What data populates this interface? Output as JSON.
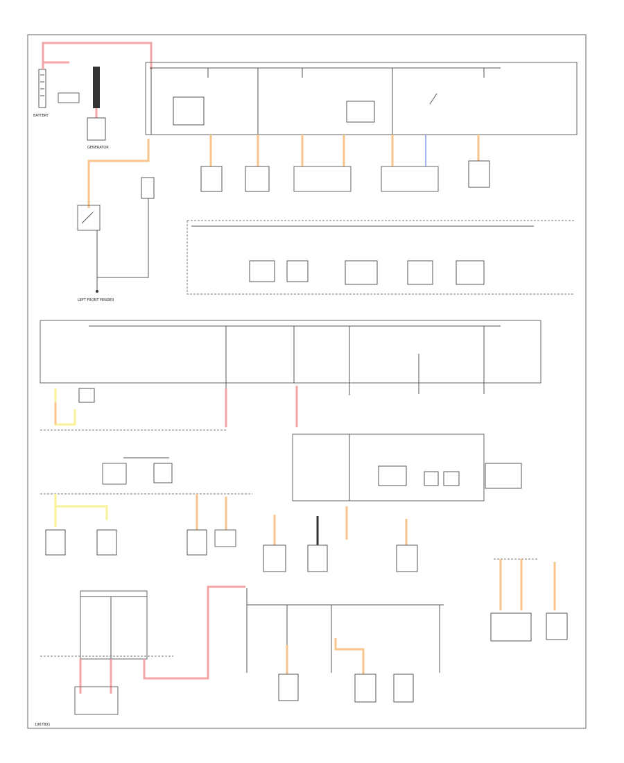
{
  "labels": {
    "battery": "BATTERY",
    "generator": "GENERATOR",
    "left_front_fender": "LEFT FRONT FENDER",
    "corner_code": "1967B01"
  },
  "colors": {
    "red_wire": "#f4a6a6",
    "orange_wire": "#f7c48e",
    "yellow_wire": "#f7f29a",
    "blue_wire": "#9fb3ef",
    "line": "#555555"
  }
}
